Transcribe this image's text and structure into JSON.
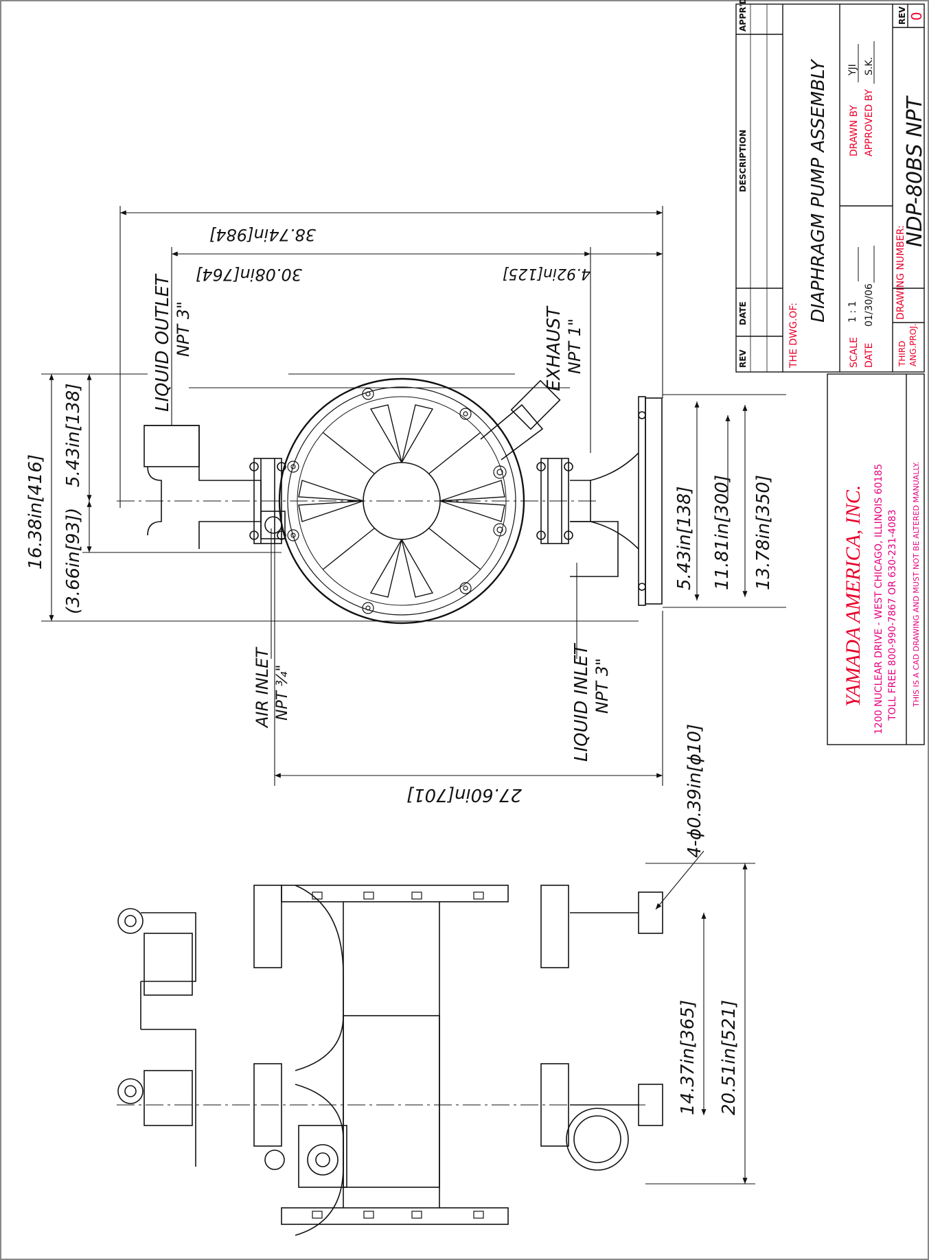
{
  "colors": {
    "line": "#111111",
    "red": "#e8002a",
    "magenta": "#e4007f",
    "frame": "#888888"
  },
  "title_block": {
    "rev_header": "REV",
    "date_header": "DATE",
    "description_header": "DESCRIPTION",
    "apprd_header": "APPR'D",
    "the_dwg_of_label": "THE DWG.OF:",
    "title": "DIAPHRAGM PUMP ASSEMBLY",
    "scale_label": "SCALE",
    "scale_value": "1 : 1",
    "date_label": "DATE",
    "date_value": "01/30/06",
    "drawn_by_label": "DRAWN BY",
    "drawn_by_value": "YJI",
    "approved_by_label": "APPROVED BY",
    "approved_by_value": "S.K.",
    "third_label": "THIRD",
    "ang_proj_label": "ANG.PROJ.",
    "drawing_number_label": "DRAWING NUMBER:",
    "drawing_number": "NDP-80BS  NPT",
    "rev_label": "REV",
    "rev_value": "0"
  },
  "company": {
    "name": "YAMADA AMERICA, INC.",
    "address": "1200 NUCLEAR DRIVE  -  WEST CHICAGO, ILLINOIS 60185",
    "phone": "TOLL FREE 800-990-7867 OR 630-231-4083",
    "notice": "THIS IS A CAD DRAWING AND MUST NOT BE ALTERED MANUALLY."
  },
  "dimensions": {
    "overall_height": "38.74in[984]",
    "body_height": "30.08in[764]",
    "base_offset": "4.92in[125]",
    "outlet_width": "16.38in[416]",
    "outlet_left": "(3.66in[93])",
    "outlet_right": "5.43in[138]",
    "inlet_offset": "5.43in[138]",
    "base_inner": "11.81in[300]",
    "base_outer": "13.78in[350]",
    "air_to_base": "27.60in[701]",
    "mount_holes": "4-ϕ0.39in[ϕ10]",
    "side_inner": "14.37in[365]",
    "side_outer": "20.51in[521]"
  },
  "ports": {
    "liquid_outlet": "LIQUID OUTLET",
    "liquid_outlet_size": "NPT  3\"",
    "exhaust": "EXHAUST",
    "exhaust_size": "NPT  1\"",
    "air_inlet": "AIR INLET",
    "air_inlet_size": "NPT ¾\"",
    "liquid_inlet": "LIQUID INLET",
    "liquid_inlet_size": "NPT  3\""
  }
}
